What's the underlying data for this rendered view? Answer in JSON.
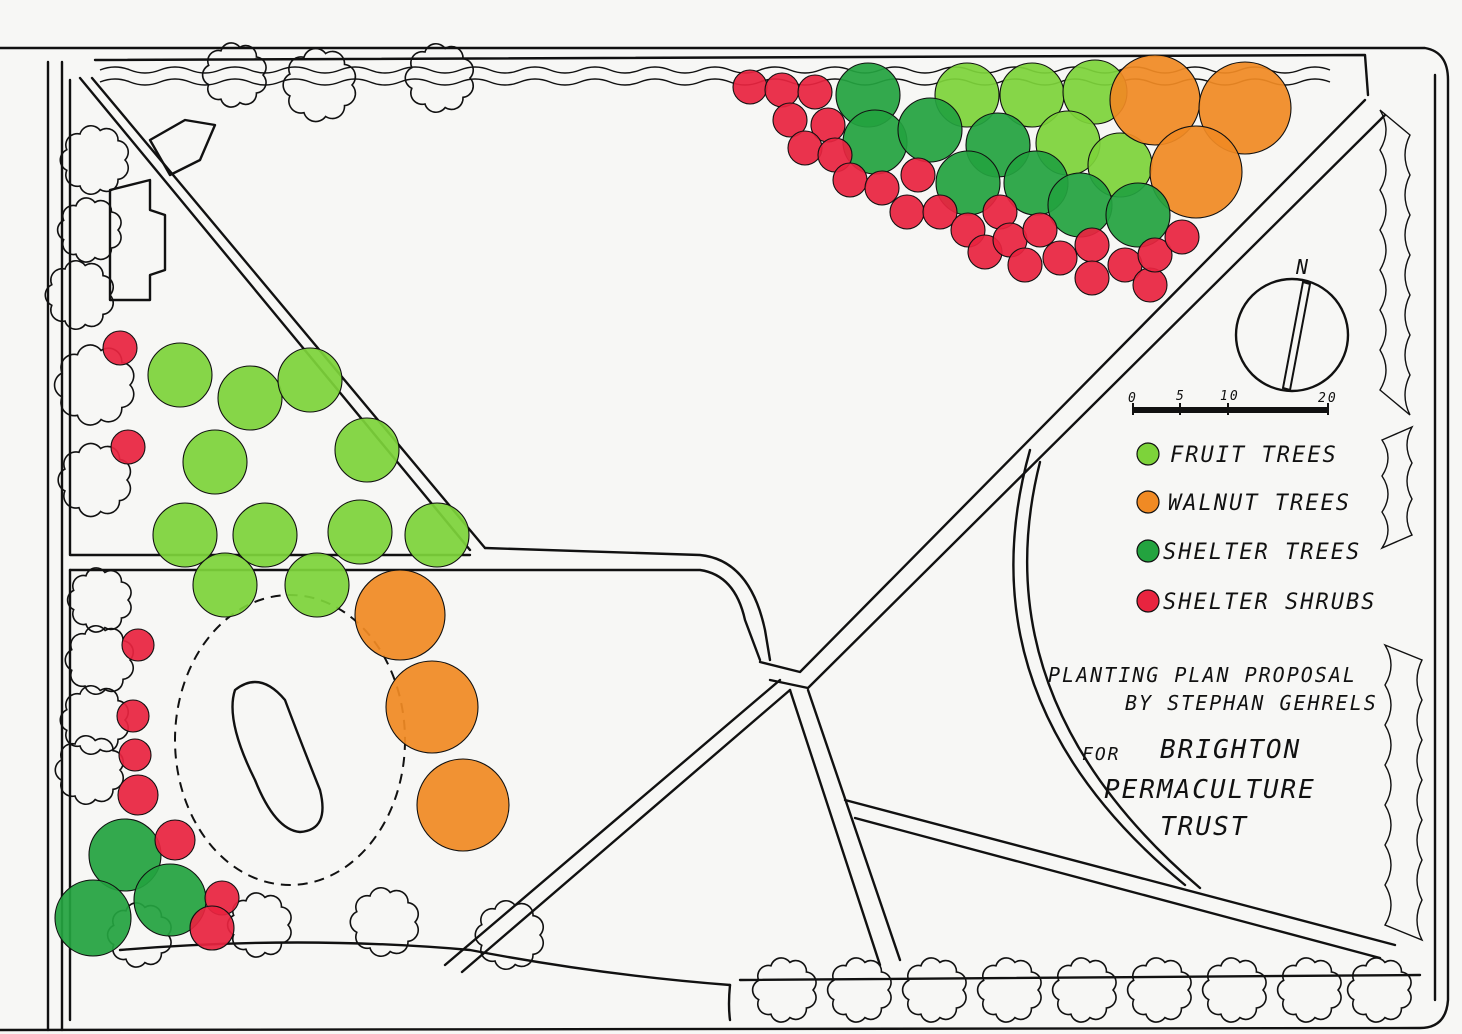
{
  "plan": {
    "title_line1": "PLANTING PLAN PROPOSAL",
    "title_line2": "BY STEPHAN GEHRELS",
    "for_label": "FOR",
    "org_line1": "BRIGHTON",
    "org_line2": "PERMACULTURE",
    "org_line3": "TRUST"
  },
  "north": {
    "label": "N"
  },
  "scale": {
    "ticks": [
      "0",
      "5",
      "10",
      "20"
    ]
  },
  "legend": [
    {
      "label": "FRUIT TREES",
      "color": "#7dd33a"
    },
    {
      "label": "WALNUT TREES",
      "color": "#f08a24"
    },
    {
      "label": "SHELTER TREES",
      "color": "#23a33f"
    },
    {
      "label": "SHELTER SHRUBS",
      "color": "#e8243f"
    }
  ],
  "colors": {
    "fruit": "#7dd33a",
    "walnut": "#f08a24",
    "shelter_tree": "#23a33f",
    "shelter_shrub": "#e8243f",
    "ink": "#111111",
    "paper": "#f7f7f5"
  }
}
